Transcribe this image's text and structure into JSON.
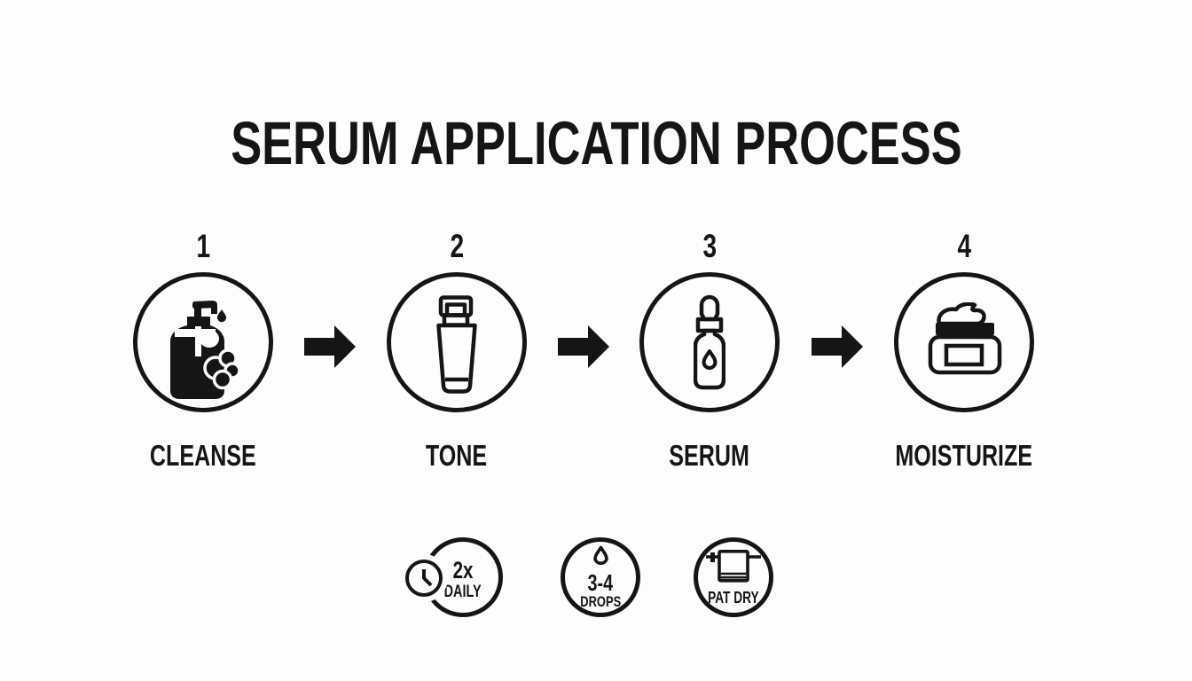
{
  "title": "SERUM APPLICATION PROCESS",
  "colors": {
    "background": "#fdfdfd",
    "ink": "#151515"
  },
  "connector_icon": "arrow-right-icon",
  "steps": [
    {
      "number": "1",
      "label": "CLEANSE",
      "icon": "soap-dispenser-icon"
    },
    {
      "number": "2",
      "label": "TONE",
      "icon": "toner-bottle-icon"
    },
    {
      "number": "3",
      "label": "SERUM",
      "icon": "serum-dropper-icon"
    },
    {
      "number": "4",
      "label": "MOISTURIZE",
      "icon": "cream-jar-icon"
    }
  ],
  "usage_notes": [
    {
      "icon": "clock-icon",
      "value": "2x",
      "label": "DAILY"
    },
    {
      "icon": "droplet-icon",
      "value": "3-4",
      "label": "DROPS"
    },
    {
      "icon": "towel-icon",
      "label": "PAT DRY"
    }
  ]
}
